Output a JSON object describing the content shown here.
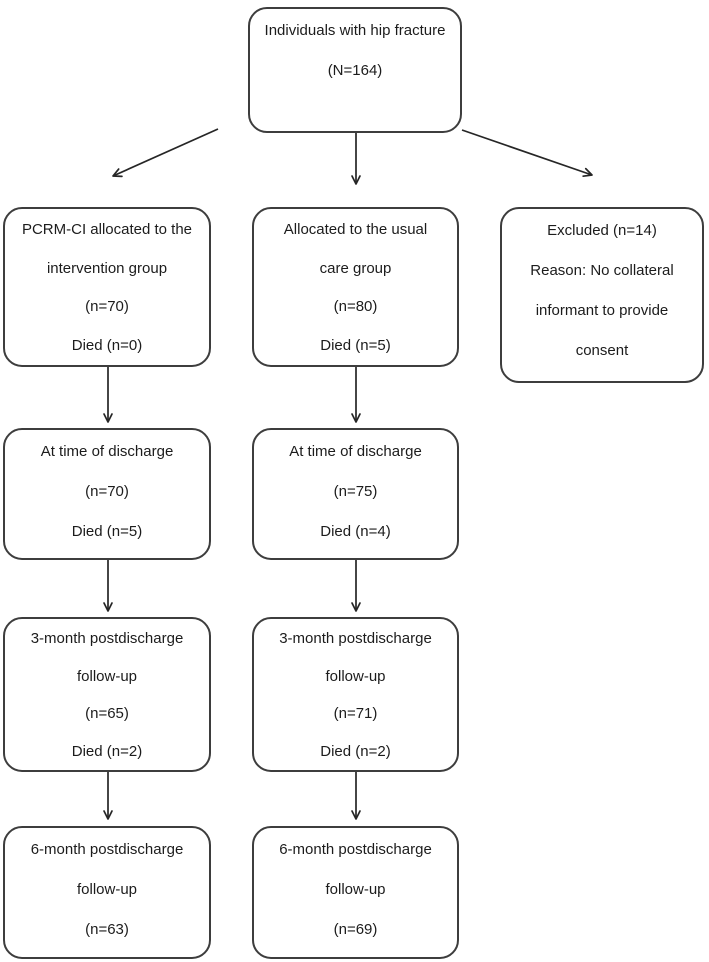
{
  "diagram": {
    "type": "study-flowchart",
    "colors": {
      "border": "#3d3d3d",
      "text": "#1c1c1c",
      "arrow": "#262626",
      "background": "#ffffff"
    },
    "boxes": {
      "enrollment": {
        "lines": [
          "Individuals with hip fracture",
          "(N=164)"
        ]
      },
      "intervention_allocation": {
        "lines": [
          "PCRM-CI allocated to the",
          "intervention group",
          "(n=70)",
          "Died (n=0)"
        ]
      },
      "usual_care_allocation": {
        "lines": [
          "Allocated to the usual",
          "care group",
          "(n=80)",
          "Died (n=5)"
        ]
      },
      "excluded": {
        "lines": [
          "Excluded (n=14)",
          "Reason: No collateral",
          "informant to provide",
          "consent"
        ]
      },
      "intervention_discharge": {
        "lines": [
          "At time of discharge",
          "(n=70)",
          "Died (n=5)"
        ]
      },
      "usual_care_discharge": {
        "lines": [
          "At time of discharge",
          "(n=75)",
          "Died (n=4)"
        ]
      },
      "intervention_3_month": {
        "lines": [
          "3-month postdischarge",
          "follow-up",
          "(n=65)",
          "Died (n=2)"
        ]
      },
      "usual_care_3_month": {
        "lines": [
          "3-month postdischarge",
          "follow-up",
          "(n=71)",
          "Died (n=2)"
        ]
      },
      "intervention_6_month": {
        "lines": [
          "6-month postdischarge",
          "follow-up",
          "(n=63)"
        ]
      },
      "usual_care_6_month": {
        "lines": [
          "6-month postdischarge",
          "follow-up",
          "(n=69)"
        ]
      }
    }
  }
}
